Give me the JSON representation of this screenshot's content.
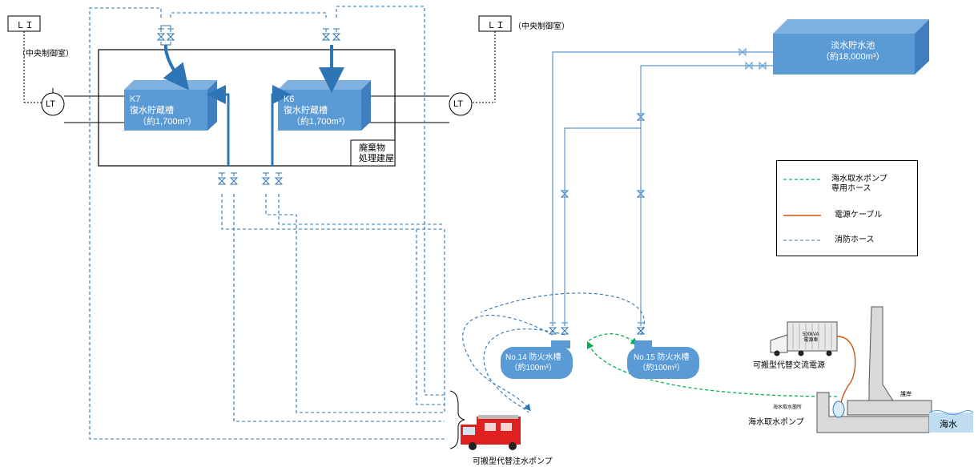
{
  "li_left": "ＬＩ",
  "li_right": "ＬＩ",
  "central_control_left": "（中央制御室）",
  "central_control_right": "（中央制御室）",
  "lt_left": "LT",
  "lt_right": "LT",
  "tank_k7": {
    "name": "K7",
    "type": "復水貯蔵槽",
    "capacity": "（約1,700m³）"
  },
  "tank_k6": {
    "name": "K6",
    "type": "復水貯蔵槽",
    "capacity": "（約1,700m³）"
  },
  "waste_building": {
    "line1": "廃棄物",
    "line2": "処理建屋"
  },
  "freshwater_pond": {
    "name": "淡水貯水池",
    "capacity": "（約18,000m³）"
  },
  "fire_tank_14": {
    "name": "No.14 防火水槽",
    "capacity": "（約100m³）"
  },
  "fire_tank_15": {
    "name": "No.15 防火水槽",
    "capacity": "（約100m³）"
  },
  "legend": {
    "seawater_hose_line1": "海水取水ポンプ",
    "seawater_hose_line2": "専用ホース",
    "power_cable": "電源ケーブル",
    "fire_hose": "消防ホース"
  },
  "power_truck_label": "500kVA 電源車",
  "power_truck_label_a": "500kVA",
  "power_truck_label_b": "電源車",
  "portable_power": "可搬型代替交流電源",
  "seawall": "護岸",
  "intake_location": "海水取水箇所",
  "seawater_pump": "海水取水ポンプ",
  "seawater": "海水",
  "fire_pump": "可搬型代替注水ポンプ",
  "colors": {
    "tank_blue": "#5b9bd5",
    "pipe_blue": "#2e75b6",
    "seawater_hose_green": "#00b050",
    "power_cable_orange": "#c55a11",
    "fire_truck_red": "#e02020"
  }
}
